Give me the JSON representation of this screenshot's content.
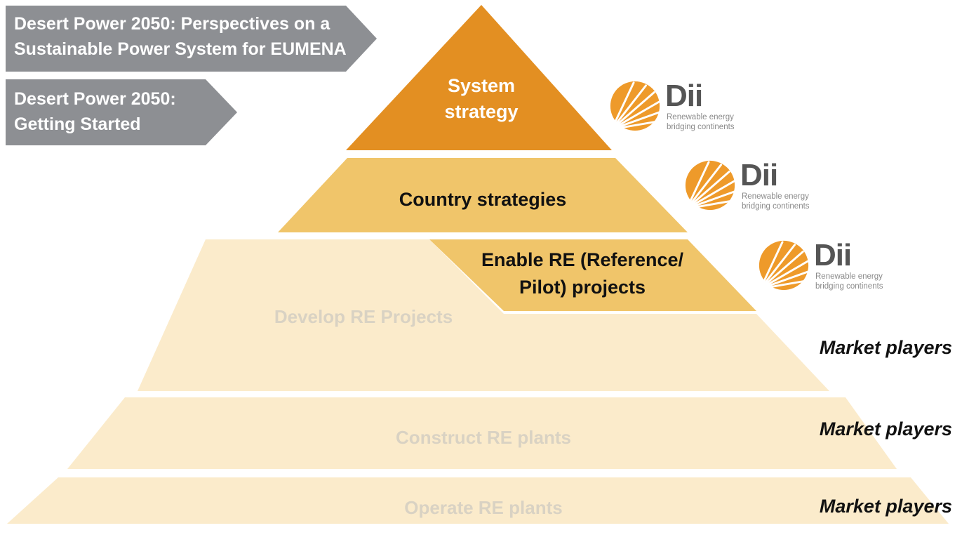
{
  "callouts": [
    {
      "line1": "Desert Power 2050: Perspectives on a",
      "line2": "Sustainable Power System for EUMENA"
    },
    {
      "line1": "Desert Power 2050:",
      "line2": "Getting Started"
    }
  ],
  "tiers": {
    "system_strategy": {
      "line1": "System",
      "line2": "strategy"
    },
    "country_strategies": "Country strategies",
    "enable_re": {
      "line1": "Enable RE (Reference/",
      "line2": "Pilot) projects"
    },
    "develop": "Develop RE Projects",
    "construct": "Construct RE plants",
    "operate": "Operate RE plants"
  },
  "roles": {
    "develop": "Market players",
    "construct": "Market players",
    "operate": "Market players"
  },
  "logos": [
    {
      "name": "Dii",
      "tag_line1": "Renewable energy",
      "tag_line2": "bridging continents"
    },
    {
      "name": "Dii",
      "tag_line1": "Renewable energy",
      "tag_line2": "bridging continents"
    },
    {
      "name": "Dii",
      "tag_line1": "Renewable energy",
      "tag_line2": "bridging continents"
    }
  ],
  "colors": {
    "system_strategy": "#E38F22",
    "country_strategies": "#F0C56A",
    "enable_re": "#F0C56A",
    "lower_tiers": "#FBEBCB",
    "callout": "#8D8F93",
    "faded_text": "#D9D2C3",
    "logo_orange": "#EE9A2A"
  },
  "icons": [
    "sun-rays-icon"
  ]
}
